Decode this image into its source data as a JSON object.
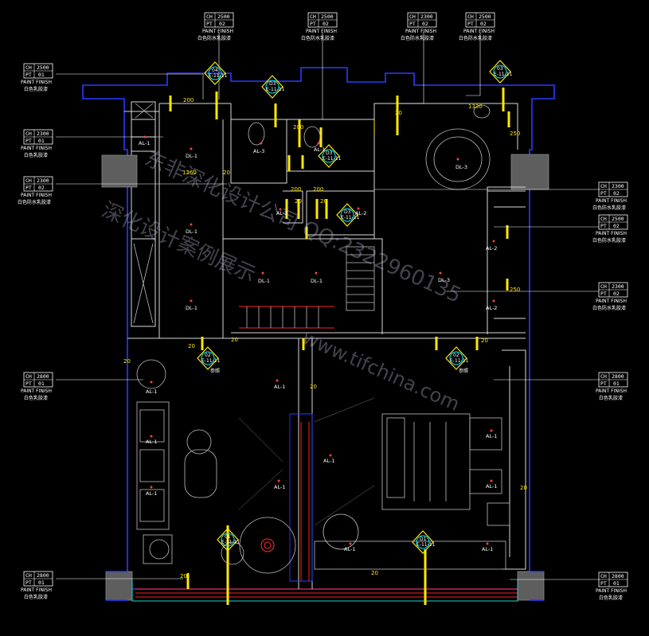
{
  "tags": {
    "common_sub_wp": "白色防水乳胶漆",
    "common_sub": "白色乳胶漆",
    "paint": "PAINT FINISH",
    "ch": "CH",
    "pt": "PT",
    "ch_2500": "2500",
    "ch_2300": "2300",
    "ch_2800": "2800",
    "pt_01": "01",
    "pt_02": "02"
  },
  "lights": {
    "al1": "AL-1",
    "al2": "AL-2",
    "al3": "AL-3",
    "dl1": "DL-1",
    "dl3": "DL-3"
  },
  "markers": {
    "m01": "01",
    "m02": "02",
    "m03": "03",
    "m04": "04",
    "md1": "D1",
    "md3": "D3",
    "sheet": "E-11-11",
    "note": "参照"
  },
  "dims": {
    "d20": "20",
    "d200": "200",
    "d250": "250",
    "d1260": "1260",
    "d1330": "1330"
  },
  "watermark": {
    "line1": "东非深化设计公司 QQ:2322960135",
    "line2": "深化设计案例展示",
    "url": "www.tifchina.com"
  }
}
